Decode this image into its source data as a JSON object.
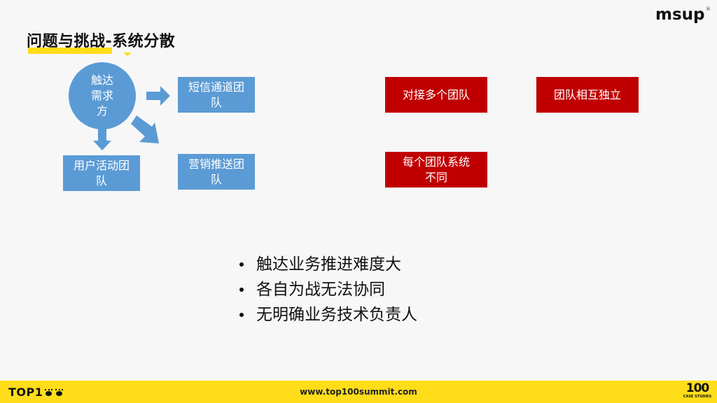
{
  "slide": {
    "title": "问题与挑战-系统分散",
    "brand_logo": "msup",
    "brand_logo_mark": "®"
  },
  "diagram": {
    "source": {
      "label": "触达需求方",
      "color": "#5b9bd5"
    },
    "teams": [
      {
        "label": "短信通道团队",
        "color": "#5b9bd5"
      },
      {
        "label": "用户活动团队",
        "color": "#5b9bd5"
      },
      {
        "label": "营销推送团队",
        "color": "#5b9bd5"
      }
    ],
    "arrows": [
      {
        "name": "arrow-right-icon",
        "target": "短信通道团队"
      },
      {
        "name": "arrow-down-icon",
        "target": "用户活动团队"
      },
      {
        "name": "arrow-diagonal-icon",
        "target": "营销推送团队"
      }
    ]
  },
  "problems": {
    "color": "#c00000",
    "items": [
      {
        "label": "对接多个团队"
      },
      {
        "label": "团队相互独立"
      },
      {
        "label": "每个团队系统不同"
      }
    ]
  },
  "bullets": [
    "触达业务推进难度大",
    "各自为战无法协同",
    "无明确业务技术负责人"
  ],
  "footer": {
    "left_logo_text": "TOP1",
    "left_logo_icon": "eyes-icon",
    "url": "www.top100summit.com",
    "right_logo_number": "100",
    "right_logo_subtitle": "CASE STUDIES",
    "background_color": "#ffdd1a"
  }
}
